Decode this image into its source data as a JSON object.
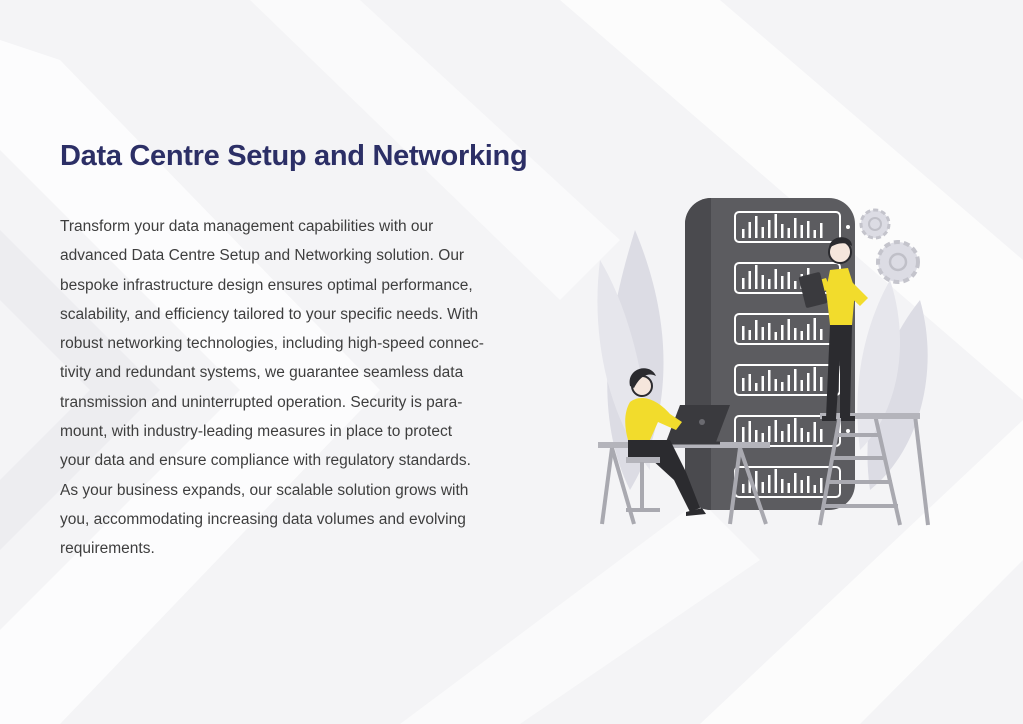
{
  "heading": "Data Centre Setup and Networking",
  "body_lines": [
    "Transform your data management capabilities with our",
    "advanced Data Centre Setup and Networking solution. Our",
    "bespoke infrastructure design ensures optimal performance,",
    "scalability, and efficiency tailored to your specific needs. With",
    "robust networking technologies, including high-speed connec-",
    "tivity and redundant systems, we guarantee seamless data",
    "transmission and uninterrupted operation. Security is para-",
    "mount, with industry-leading measures in place to protect",
    "your data and ensure compliance with regulatory standards.",
    "As your business expands, our scalable solution grows with",
    "you, accommodating increasing data volumes and evolving",
    "requirements."
  ],
  "colors": {
    "background": "#f4f4f6",
    "heading": "#2c2f66",
    "body_text": "#3e3e3e",
    "server": "#5c5c60",
    "accent_yellow": "#f2dc2c",
    "leaf": "#dcdce4"
  },
  "illustration": {
    "name": "server-rack-illustration",
    "server_units": 6
  }
}
